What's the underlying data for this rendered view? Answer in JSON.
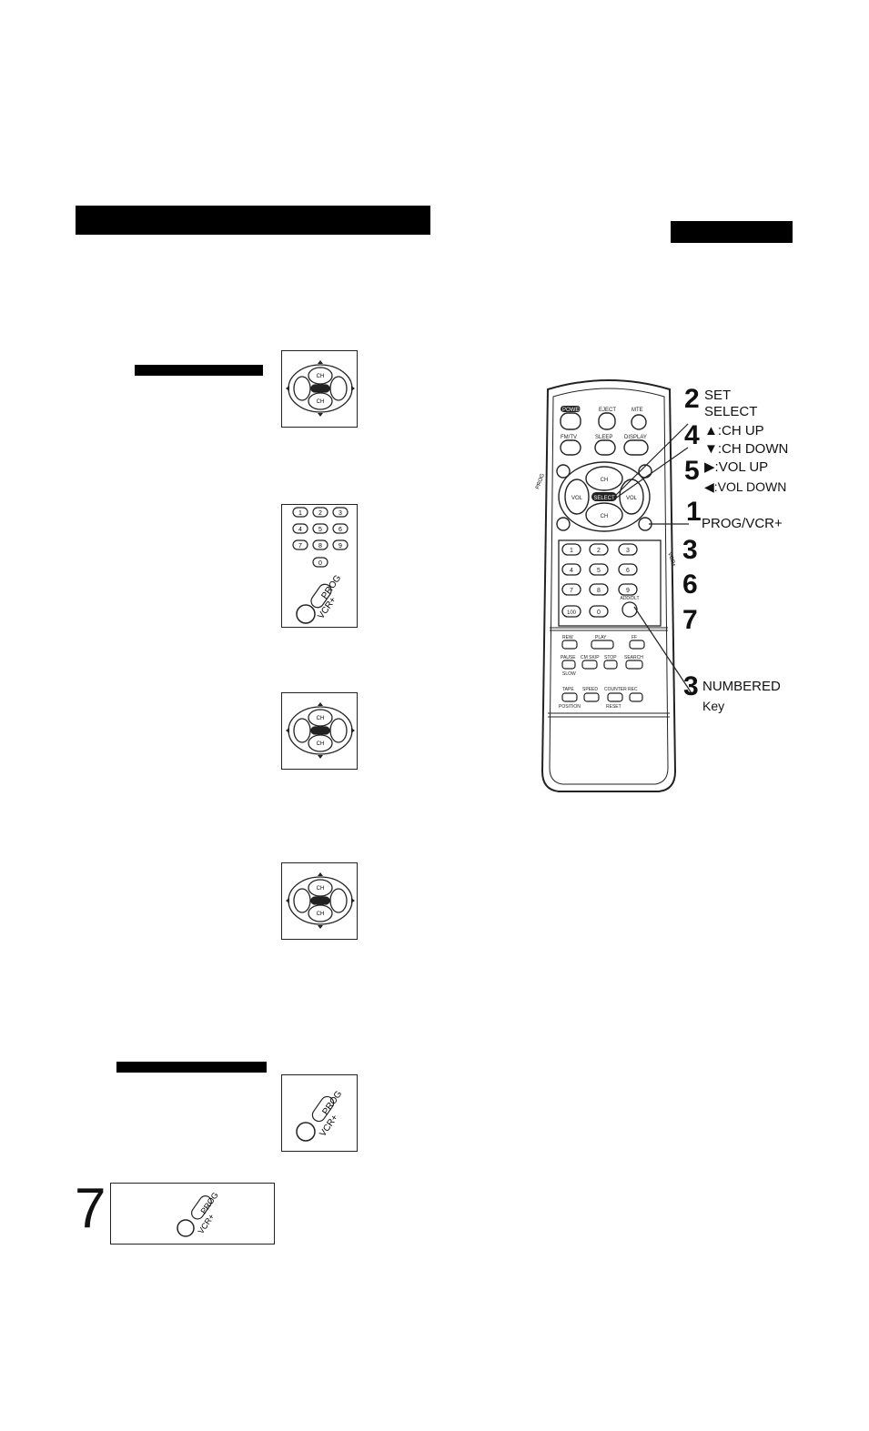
{
  "callouts": [
    {
      "num": "2",
      "lines": [
        "SET",
        "SELECT"
      ]
    },
    {
      "num": "4",
      "lines": [
        "▲:CH UP",
        "▼:CH DOWN"
      ]
    },
    {
      "num": "5",
      "lines": [
        "▶:VOL UP",
        "◀:VOL DOWN"
      ]
    },
    {
      "num": "1",
      "lines": [
        "PROG/VCR+"
      ]
    },
    {
      "num": "3",
      "lines": []
    },
    {
      "num": "6",
      "lines": []
    },
    {
      "num": "7",
      "lines": []
    },
    {
      "num": "3",
      "lines": [
        "NUMBERED",
        "Key"
      ]
    }
  ],
  "step7_number": "7",
  "remote_labels": {
    "power": "POWER",
    "eject": "EJECT",
    "mute": "MTE",
    "fmtv": "FM/TV",
    "sleep": "SLEEP",
    "display": "DISPLAY",
    "ch": "CH",
    "vol": "VOL",
    "select": "SELECT",
    "n1": "1",
    "n2": "2",
    "n3": "3",
    "n4": "4",
    "n5": "5",
    "n6": "6",
    "n7": "7",
    "n8": "8",
    "n9": "9",
    "n0": "0",
    "n100": "100",
    "add_dlt": "ADD/DLT",
    "rew": "REW",
    "play": "PLAY",
    "ff": "FF",
    "pause": "PAUSE",
    "slow": "SLOW",
    "cm_skip": "CM SKIP",
    "stop": "STOP",
    "search": "SEARCH",
    "tape": "TAPE",
    "position": "POSITION",
    "speed": "SPEED",
    "counter": "COUNTER",
    "reset": "RESET",
    "rec": "REC",
    "prog": "PROG",
    "vcr_plus": "VCR+"
  }
}
